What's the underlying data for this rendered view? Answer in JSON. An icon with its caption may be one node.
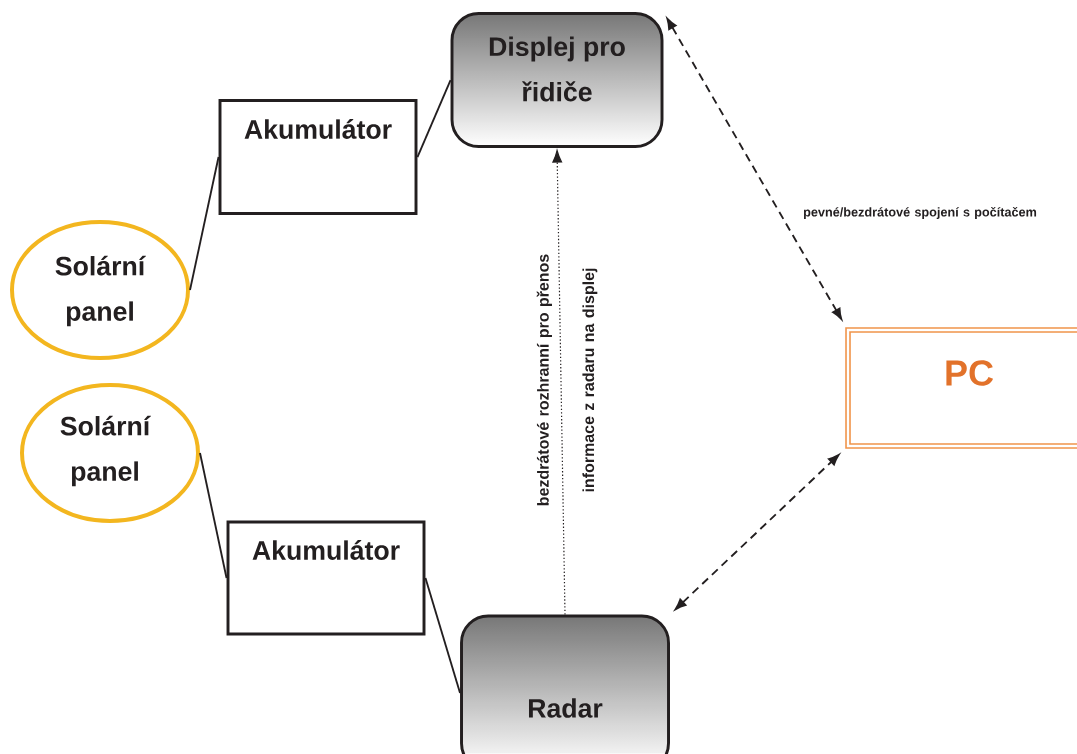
{
  "diagram": {
    "nodes": [
      {
        "text": [
          "Displej pro řidiče"
        ]
      },
      {
        "text": [
          "Akumulátor"
        ]
      },
      {
        "text": [
          "Solární panel"
        ]
      },
      {
        "text": [
          "PC"
        ]
      },
      {
        "text": [
          "Solární panel"
        ]
      },
      {
        "text": [
          "Akumulátor"
        ]
      },
      {
        "text": [
          "Radar"
        ]
      }
    ],
    "edges": [
      {
        "from": 2,
        "to": 1,
        "arrow": "none"
      },
      {
        "from": 1,
        "to": 0,
        "arrow": "none"
      },
      {
        "from": 4,
        "to": 5,
        "arrow": "none"
      },
      {
        "from": 5,
        "to": 6,
        "arrow": "none"
      },
      {
        "from": 6,
        "to": 0,
        "arrow": "to",
        "style": "dashed",
        "label": "bezdrátové rozhranní pro přenos informace z radaru na displej"
      },
      {
        "from": 0,
        "to": 3,
        "arrow": "both",
        "style": "dashed",
        "label": "pevné/bezdrátové spojení s počítačem"
      },
      {
        "from": 6,
        "to": 3,
        "arrow": "both",
        "style": "dashed"
      }
    ]
  }
}
